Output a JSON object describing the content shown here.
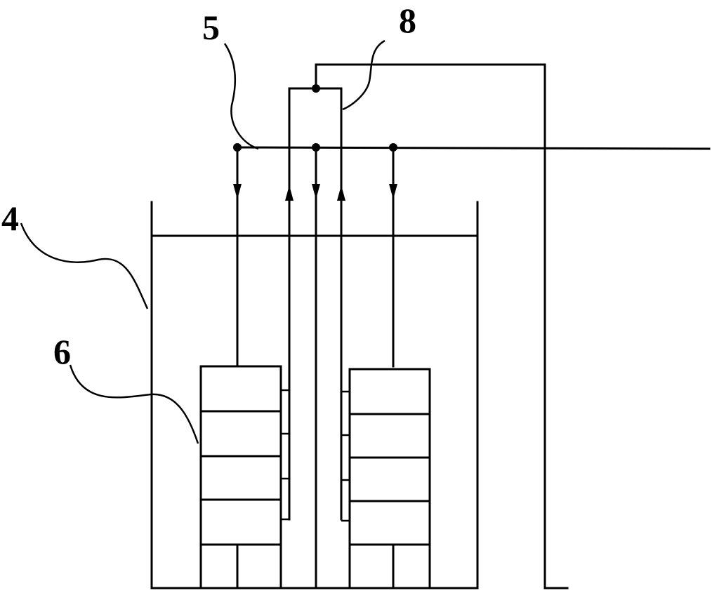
{
  "labels": {
    "tank": "4",
    "circuit": "5",
    "electrode_group": "6",
    "lead": "8"
  }
}
